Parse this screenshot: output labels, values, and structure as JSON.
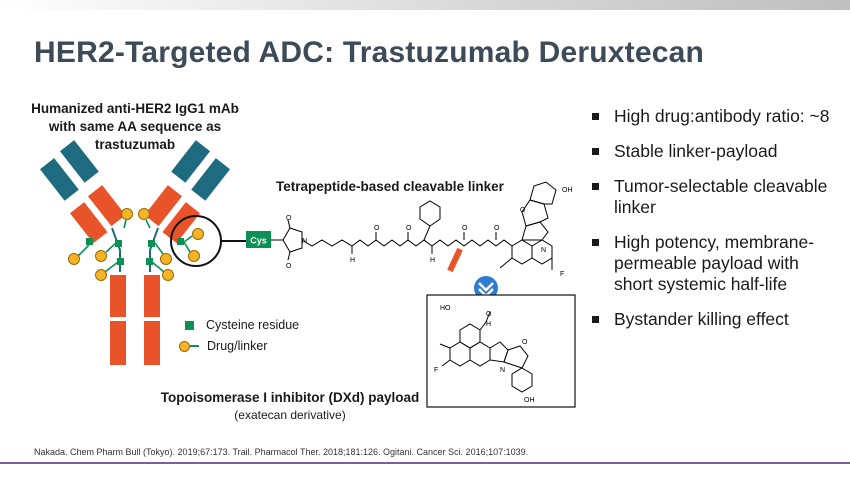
{
  "title": "HER2-Targeted ADC: Trastuzumab Deruxtecan",
  "antibody": {
    "label_lines": [
      "Humanized anti-HER2 IgG1 mAb",
      "with same AA sequence as",
      "trastuzumab"
    ]
  },
  "linker": {
    "label": "Tetrapeptide-based cleavable linker",
    "cys_tag": "Cys"
  },
  "payload": {
    "label": "Topoisomerase I inhibitor (DXd) payload",
    "sublabel": "(exatecan derivative)"
  },
  "legend": {
    "cysteine": "Cysteine residue",
    "druglinker": "Drug/linker"
  },
  "bullets": [
    "High drug:antibody ratio: ~8",
    "Stable linker-payload",
    "Tumor-selectable cleavable linker",
    "High potency, membrane-permeable payload with short systemic half-life",
    "Bystander killing effect"
  ],
  "footnote": "Nakada. Chem Pharm Bull (Tokyo). 2019;67:173. Trail. Pharmacol Ther. 2018;181:126. Ogitani. Cancer Sci. 2016;107:1039.",
  "colors": {
    "title": "#3d4a57",
    "heavy_chain": "#e8532a",
    "light_chain_teal": "#1e6b7f",
    "cysteine": "#0a9153",
    "drug": "#f5b325",
    "cys_tag": "#0a9153",
    "chevron": "#2f7bd0",
    "divider": "#7b5ea7"
  },
  "chem_labels": {
    "oh": "OH",
    "ho": "HO",
    "n": "N",
    "o": "O",
    "f": "F",
    "h": "H"
  }
}
